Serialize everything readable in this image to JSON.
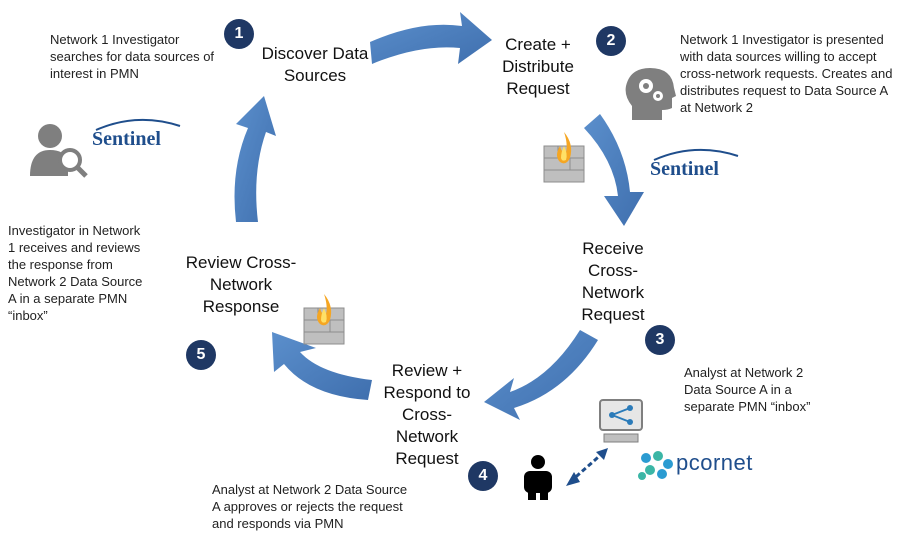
{
  "steps": [
    {
      "number": "1",
      "label": "Discover Data\nSources",
      "description": "Network 1 Investigator\nsearches for data sources of\ninterest in PMN"
    },
    {
      "number": "2",
      "label": "Create +\nDistribute\nRequest",
      "description": "Network 1 Investigator is presented\nwith data sources willing to accept\ncross-network requests. Creates and\ndistributes request to Data Source A\nat Network 2"
    },
    {
      "number": "3",
      "label": "Receive\nCross-\nNetwork\nRequest",
      "description": "Analyst at Network 2\nData Source A in a\nseparate PMN “inbox”"
    },
    {
      "number": "4",
      "label": "Review +\nRespond to\nCross-\nNetwork\nRequest",
      "description": "Analyst at Network 2 Data Source\nA approves or rejects the request\nand responds via PMN"
    },
    {
      "number": "5",
      "label": "Review Cross-\nNetwork\nResponse",
      "description": "Investigator in Network\n1 receives and reviews\nthe response from\nNetwork 2 Data Source\nA in a separate PMN\n“inbox”"
    }
  ],
  "logos": {
    "sentinel_1": "Sentinel",
    "sentinel_2": "Sentinel",
    "pcornet": "pcornet"
  },
  "colors": {
    "arrow": "#4f81bd",
    "badge": "#1f3864",
    "logo_blue": "#1f4e8c"
  },
  "icons": [
    "investigator-search-icon",
    "head-gears-icon",
    "firewall-icon",
    "person-icon",
    "computer-network-icon",
    "double-arrow-icon"
  ]
}
